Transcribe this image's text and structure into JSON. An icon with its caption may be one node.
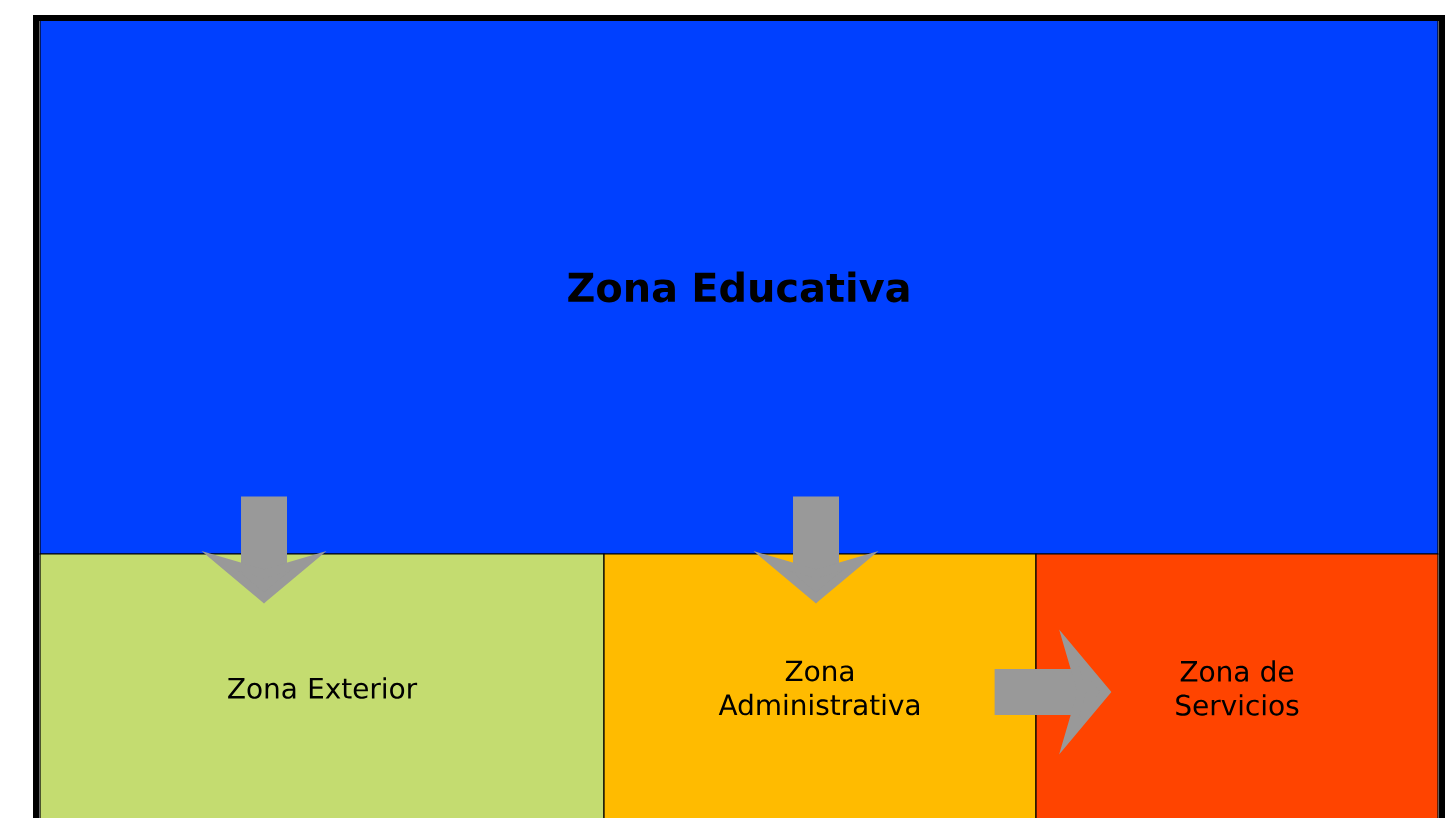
{
  "diagram": {
    "nodes": [
      {
        "text": [
          "Zona Educativa"
        ]
      },
      {
        "text": [
          "Zona Exterior"
        ]
      },
      {
        "text": [
          "Zona Administrativa"
        ]
      },
      {
        "text": [
          "Zona de Servicios"
        ]
      }
    ],
    "edges": [
      {
        "from": 0,
        "to": 1,
        "arrow": "to"
      },
      {
        "from": 0,
        "to": 2,
        "arrow": "to"
      },
      {
        "from": 2,
        "to": 3,
        "arrow": "to"
      }
    ]
  }
}
